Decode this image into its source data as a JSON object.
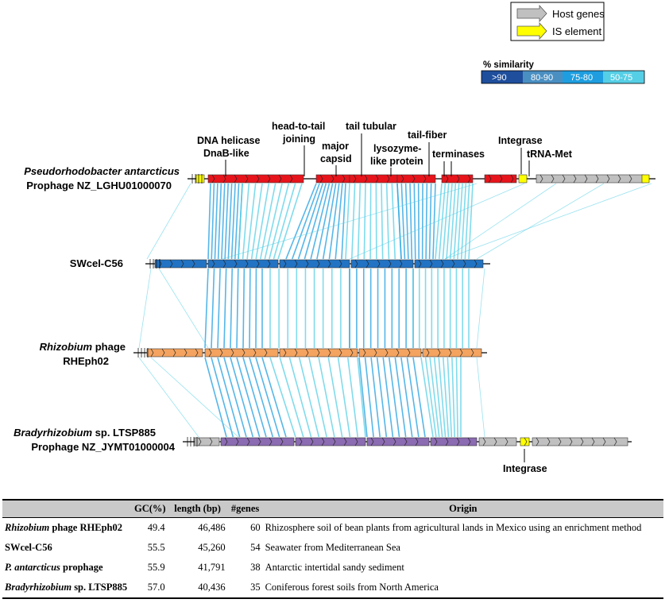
{
  "legend": {
    "host_genes": "Host genes",
    "is_element": "IS element",
    "host_color": "#c0c0c0",
    "is_color": "#ffff00"
  },
  "similarity": {
    "title": "% similarity",
    "bins": [
      {
        "label": ">90",
        "color": "#1f4e9c"
      },
      {
        "label": "80-90",
        "color": "#4a8fc2"
      },
      {
        "label": "75-80",
        "color": "#1e9ee0"
      },
      {
        "label": "50-75",
        "color": "#55cfe6"
      }
    ]
  },
  "genomes": [
    {
      "line1_italic": "Pseudorhodobacter antarcticus",
      "line2": "Prophage NZ_LGHU01000070",
      "color": "#e8141b"
    },
    {
      "line1": "SWcel-C56",
      "color": "#2273c3"
    },
    {
      "line1_italic": "Rhizobium",
      "line1_rest": " phage",
      "line2": "RHEph02",
      "color": "#f4a460"
    },
    {
      "line1_italic": "Bradyrhizobium",
      "line1_rest": " sp. LTSP885",
      "line2": "Prophage NZ_JYMT01000004",
      "color": "#8b6bb1"
    }
  ],
  "gene_labels": {
    "dna_helicase": [
      "DNA helicase",
      "DnaB-like"
    ],
    "head_to_tail": [
      "head-to-tail",
      "joining"
    ],
    "major_capsid": [
      "major",
      "capsid"
    ],
    "tail_tubular": [
      "tail tubular"
    ],
    "lysozyme": [
      "lysozyme-",
      "like protein"
    ],
    "tail_fiber": [
      "tail-fiber"
    ],
    "terminases": [
      "terminases"
    ],
    "integrase_top": [
      "Integrase"
    ],
    "trna_met": [
      "tRNA-Met"
    ],
    "integrase_bottom": [
      "Integrase"
    ]
  },
  "table": {
    "headers": [
      "",
      "GC(%)",
      "length (bp)",
      "#genes",
      "Origin"
    ],
    "rows": [
      {
        "name_italic": "Rhizobium",
        "name_rest": " phage RHEph02",
        "gc": "49.4",
        "length": "46,486",
        "genes": "60",
        "origin": "Rhizosphere soil of bean plants from agricultural lands in Mexico using an enrichment method"
      },
      {
        "name_italic": "",
        "name_rest": "SWcel-C56",
        "gc": "55.5",
        "length": "45,260",
        "genes": "54",
        "origin": "Seawater from Mediterranean Sea"
      },
      {
        "name_italic": "P. antarcticus",
        "name_rest": " prophage",
        "gc": "55.9",
        "length": "41,791",
        "genes": "38",
        "origin": "Antarctic intertidal sandy sediment"
      },
      {
        "name_italic": "Bradyrhizobium",
        "name_rest": " sp. LTSP885",
        "gc": "57.0",
        "length": "40,436",
        "genes": "35",
        "origin": "Coniferous forest soils from North America"
      }
    ]
  }
}
